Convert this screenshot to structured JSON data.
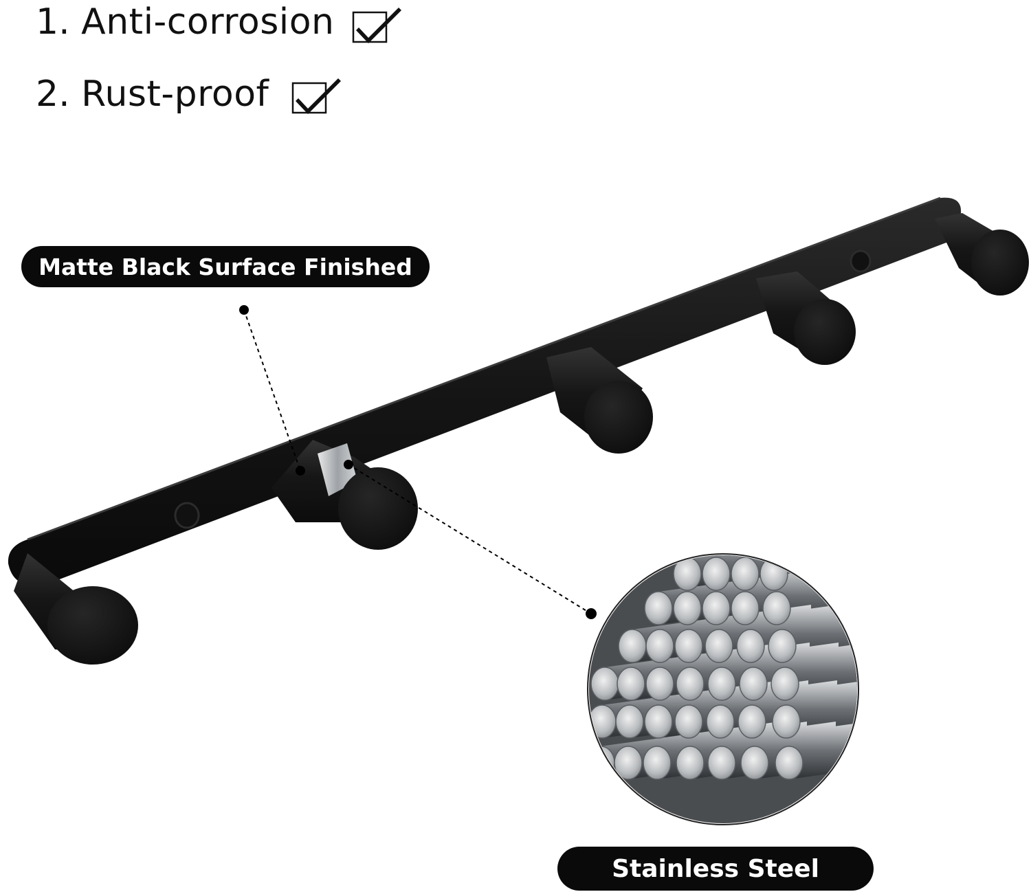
{
  "features": [
    {
      "number": "1.",
      "text": "Anti-corrosion",
      "checked": true
    },
    {
      "number": "2.",
      "text": "Rust-proof",
      "checked": true
    }
  ],
  "callouts": {
    "surface": "Matte Black Surface Finished",
    "material": "Stainless Steel"
  },
  "colors": {
    "hook_black": "#141414",
    "pill_black": "#0a0a0a",
    "steel": "#b8bcc0"
  },
  "icons": {
    "checkbox": "checkbox-checked-icon"
  }
}
